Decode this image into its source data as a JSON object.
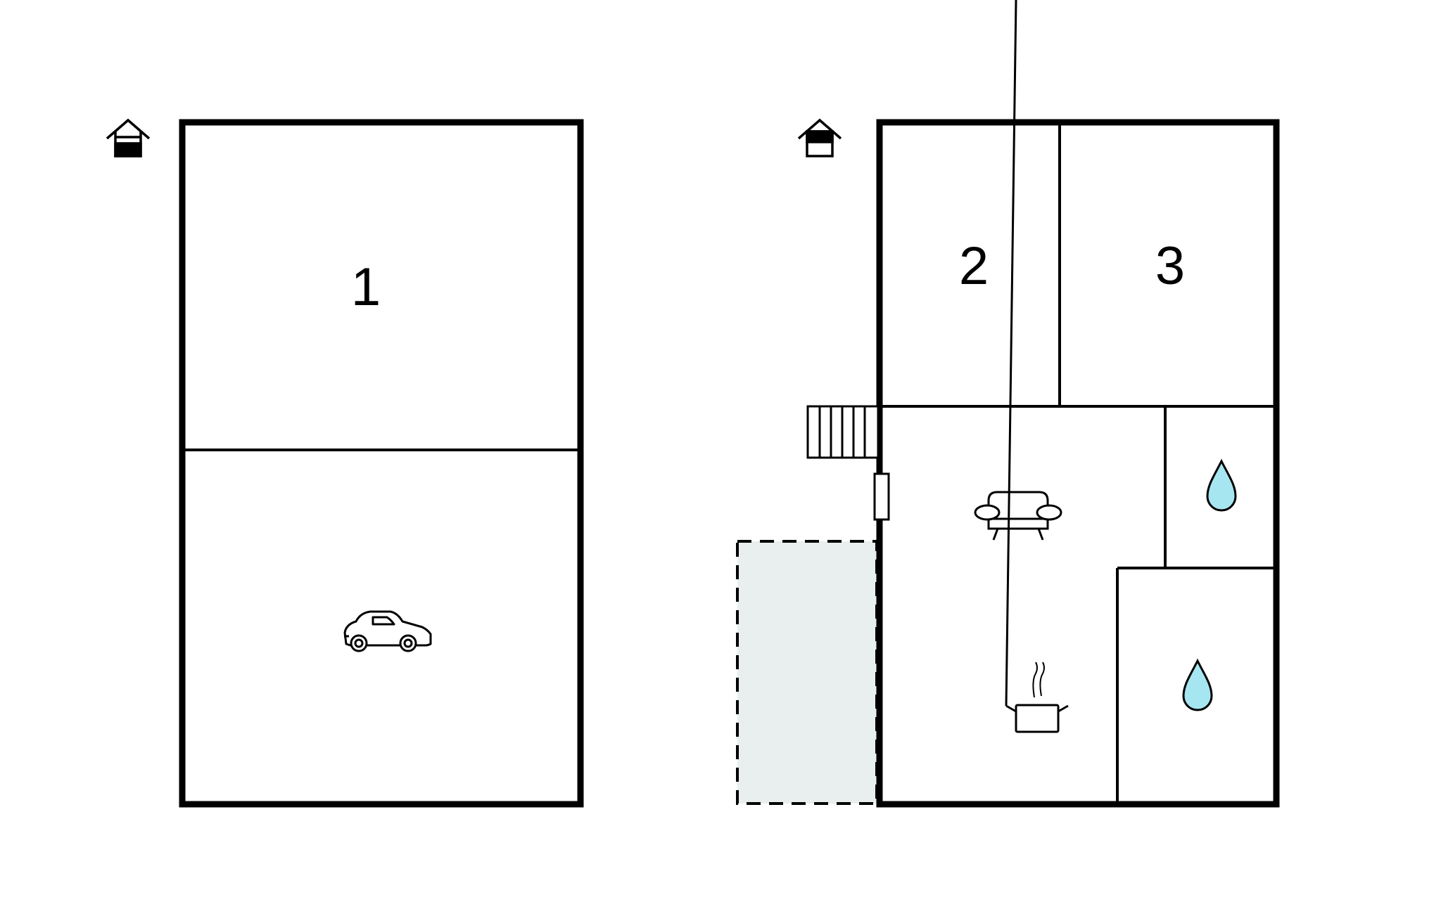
{
  "colors": {
    "wall": "#000000",
    "background": "#ffffff",
    "terrace_fill": "#e8efee",
    "water_fill": "#a6e6f0"
  },
  "left_floor": {
    "floor_icon": "house-lower-floor-icon",
    "rooms": [
      {
        "id": "room-1",
        "label": "1"
      },
      {
        "id": "garage",
        "label": "",
        "icon": "car-icon"
      }
    ]
  },
  "right_floor": {
    "floor_icon": "house-upper-floor-icon",
    "rooms": [
      {
        "id": "room-2",
        "label": "2"
      },
      {
        "id": "room-3",
        "label": "3"
      },
      {
        "id": "living-kitchen",
        "label": "",
        "icons": [
          "sofa-icon",
          "cooking-pot-icon"
        ]
      },
      {
        "id": "bathroom-1",
        "label": "",
        "icon": "water-drop-icon"
      },
      {
        "id": "bathroom-2",
        "label": "",
        "icon": "water-drop-icon"
      },
      {
        "id": "terrace",
        "label": ""
      }
    ],
    "features": [
      "stairs-icon",
      "door-icon"
    ]
  }
}
